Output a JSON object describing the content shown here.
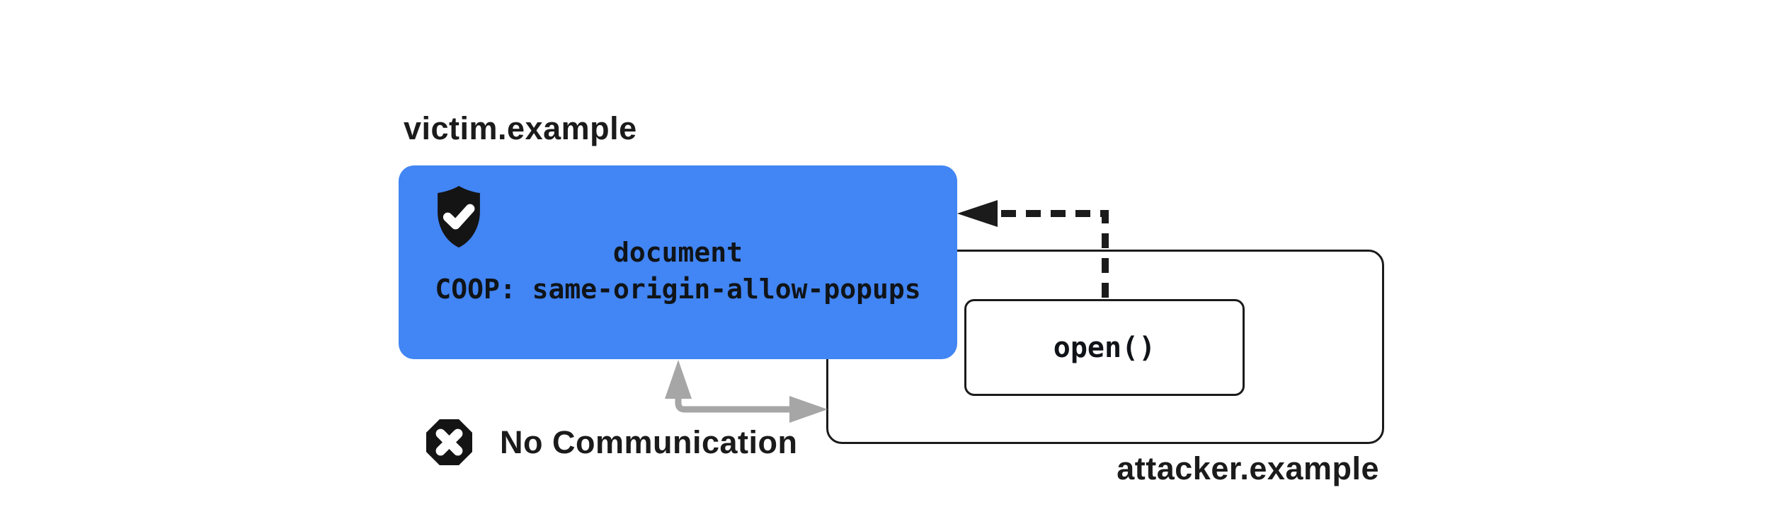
{
  "victim": {
    "label": "victim.example",
    "document_line": "document",
    "coop_line": "COOP: same-origin-allow-popups"
  },
  "attacker": {
    "label": "attacker.example",
    "open_label": "open()"
  },
  "status": {
    "no_communication_label": "No Communication"
  },
  "icons": {
    "shield_check": "shield-check-icon",
    "blocked_x": "octagon-x-icon"
  },
  "colors": {
    "victim_box_blue": "#4285F4",
    "outline_black": "#1B1B1B",
    "arrow_gray": "#A6A6A6",
    "background": "#FFFFFF"
  }
}
